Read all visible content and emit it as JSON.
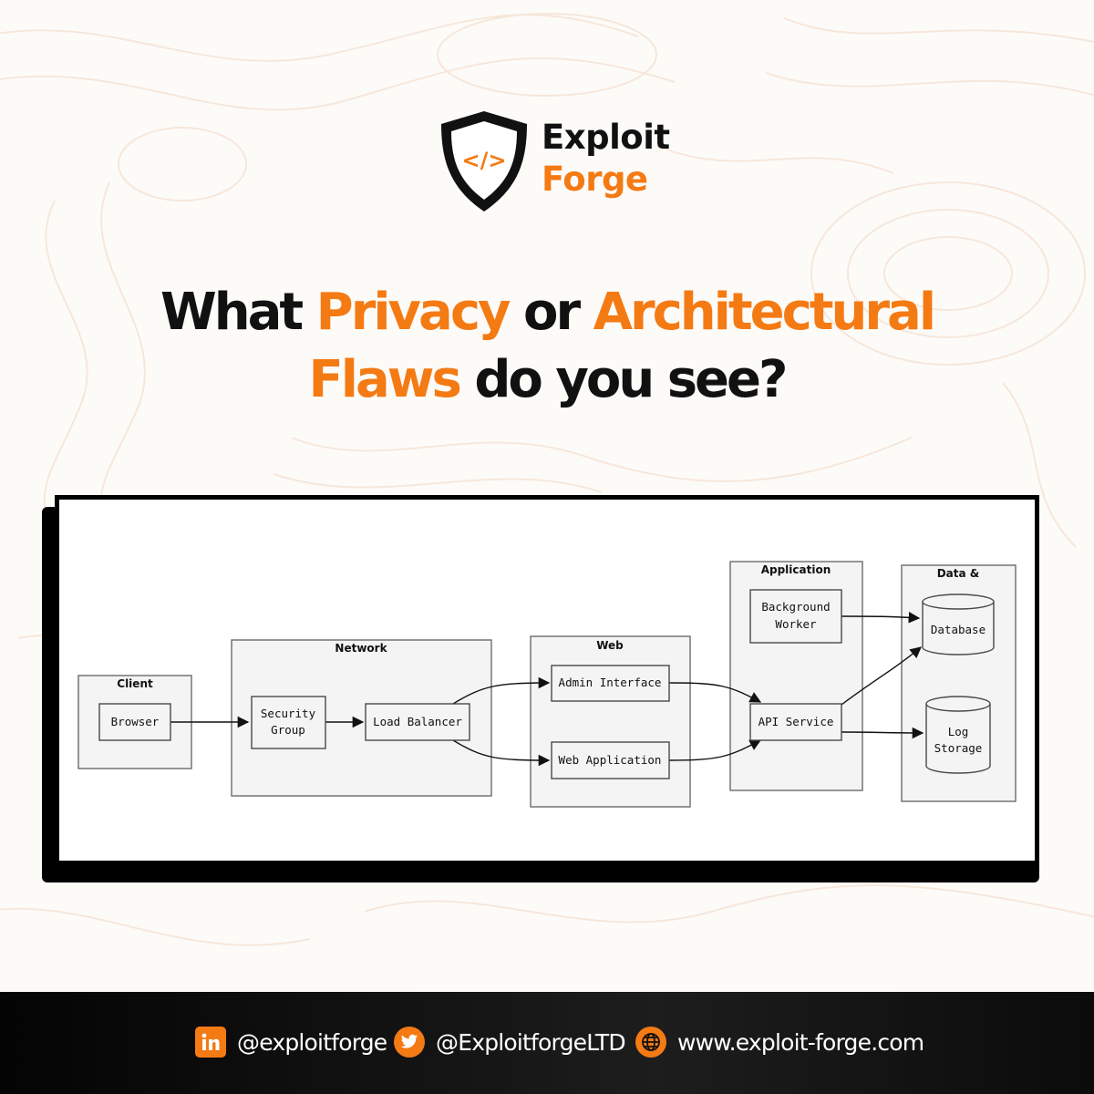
{
  "brand": {
    "name_line1": "Exploit",
    "name_line2": "Forge",
    "logo_symbol": "</>",
    "colors": {
      "accent": "#f47a14",
      "dark": "#111111",
      "background": "#fdfbf8",
      "pattern": "#f6e7da"
    }
  },
  "headline": {
    "w1": "What",
    "w2": "Privacy",
    "w3": "or",
    "w4": "Architectural",
    "w5": "Flaws",
    "w6": "do you see?"
  },
  "diagram": {
    "groups": {
      "client": "Client",
      "network": "Network",
      "web": "Web",
      "application": "Application",
      "data": "Data &"
    },
    "nodes": {
      "browser": "Browser",
      "security_group": [
        "Security",
        "Group"
      ],
      "load_balancer": "Load Balancer",
      "admin_interface": "Admin Interface",
      "web_application": "Web Application",
      "background_worker": [
        "Background",
        "Worker"
      ],
      "api_service": "API Service",
      "database": "Database",
      "log_storage": [
        "Log",
        "Storage"
      ]
    }
  },
  "footer": {
    "linkedin": {
      "icon": "linkedin-icon",
      "handle": "@exploitforge"
    },
    "twitter": {
      "icon": "twitter-icon",
      "handle": "@ExploitforgeLTD"
    },
    "website": {
      "icon": "globe-icon",
      "url": "www.exploit-forge.com"
    }
  }
}
